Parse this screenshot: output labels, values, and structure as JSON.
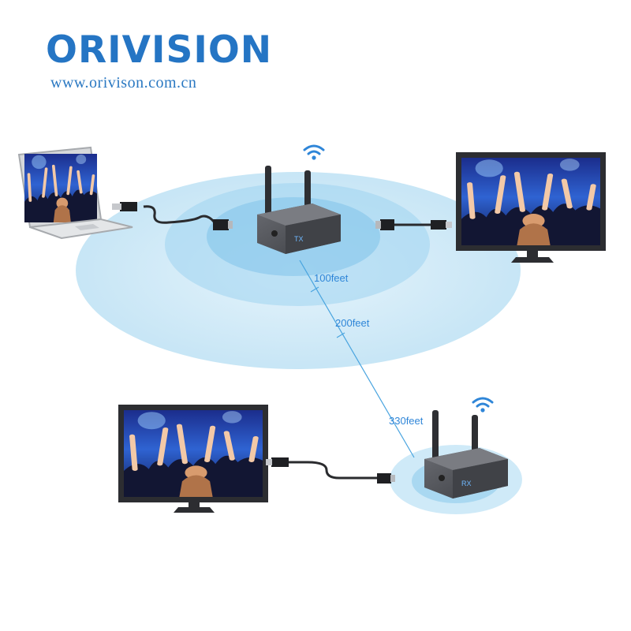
{
  "brand": {
    "logo_text": "ORIVISION",
    "url": "www.orivison.com.cn",
    "color": "#2575c4"
  },
  "devices": {
    "transmitter_label": "TX",
    "receiver_label": "RX"
  },
  "ranges": [
    {
      "label": "100feet"
    },
    {
      "label": "200feet"
    },
    {
      "label": "330feet"
    }
  ],
  "icons": [
    "wifi-icon",
    "usb-plug-icon",
    "hdmi-plug-icon",
    "antenna-icon"
  ],
  "colors": {
    "range_ring": "#bfe3f6",
    "range_ring_inner": "#8fcbed",
    "accent": "#2f86d8",
    "device_body": "#505257"
  }
}
